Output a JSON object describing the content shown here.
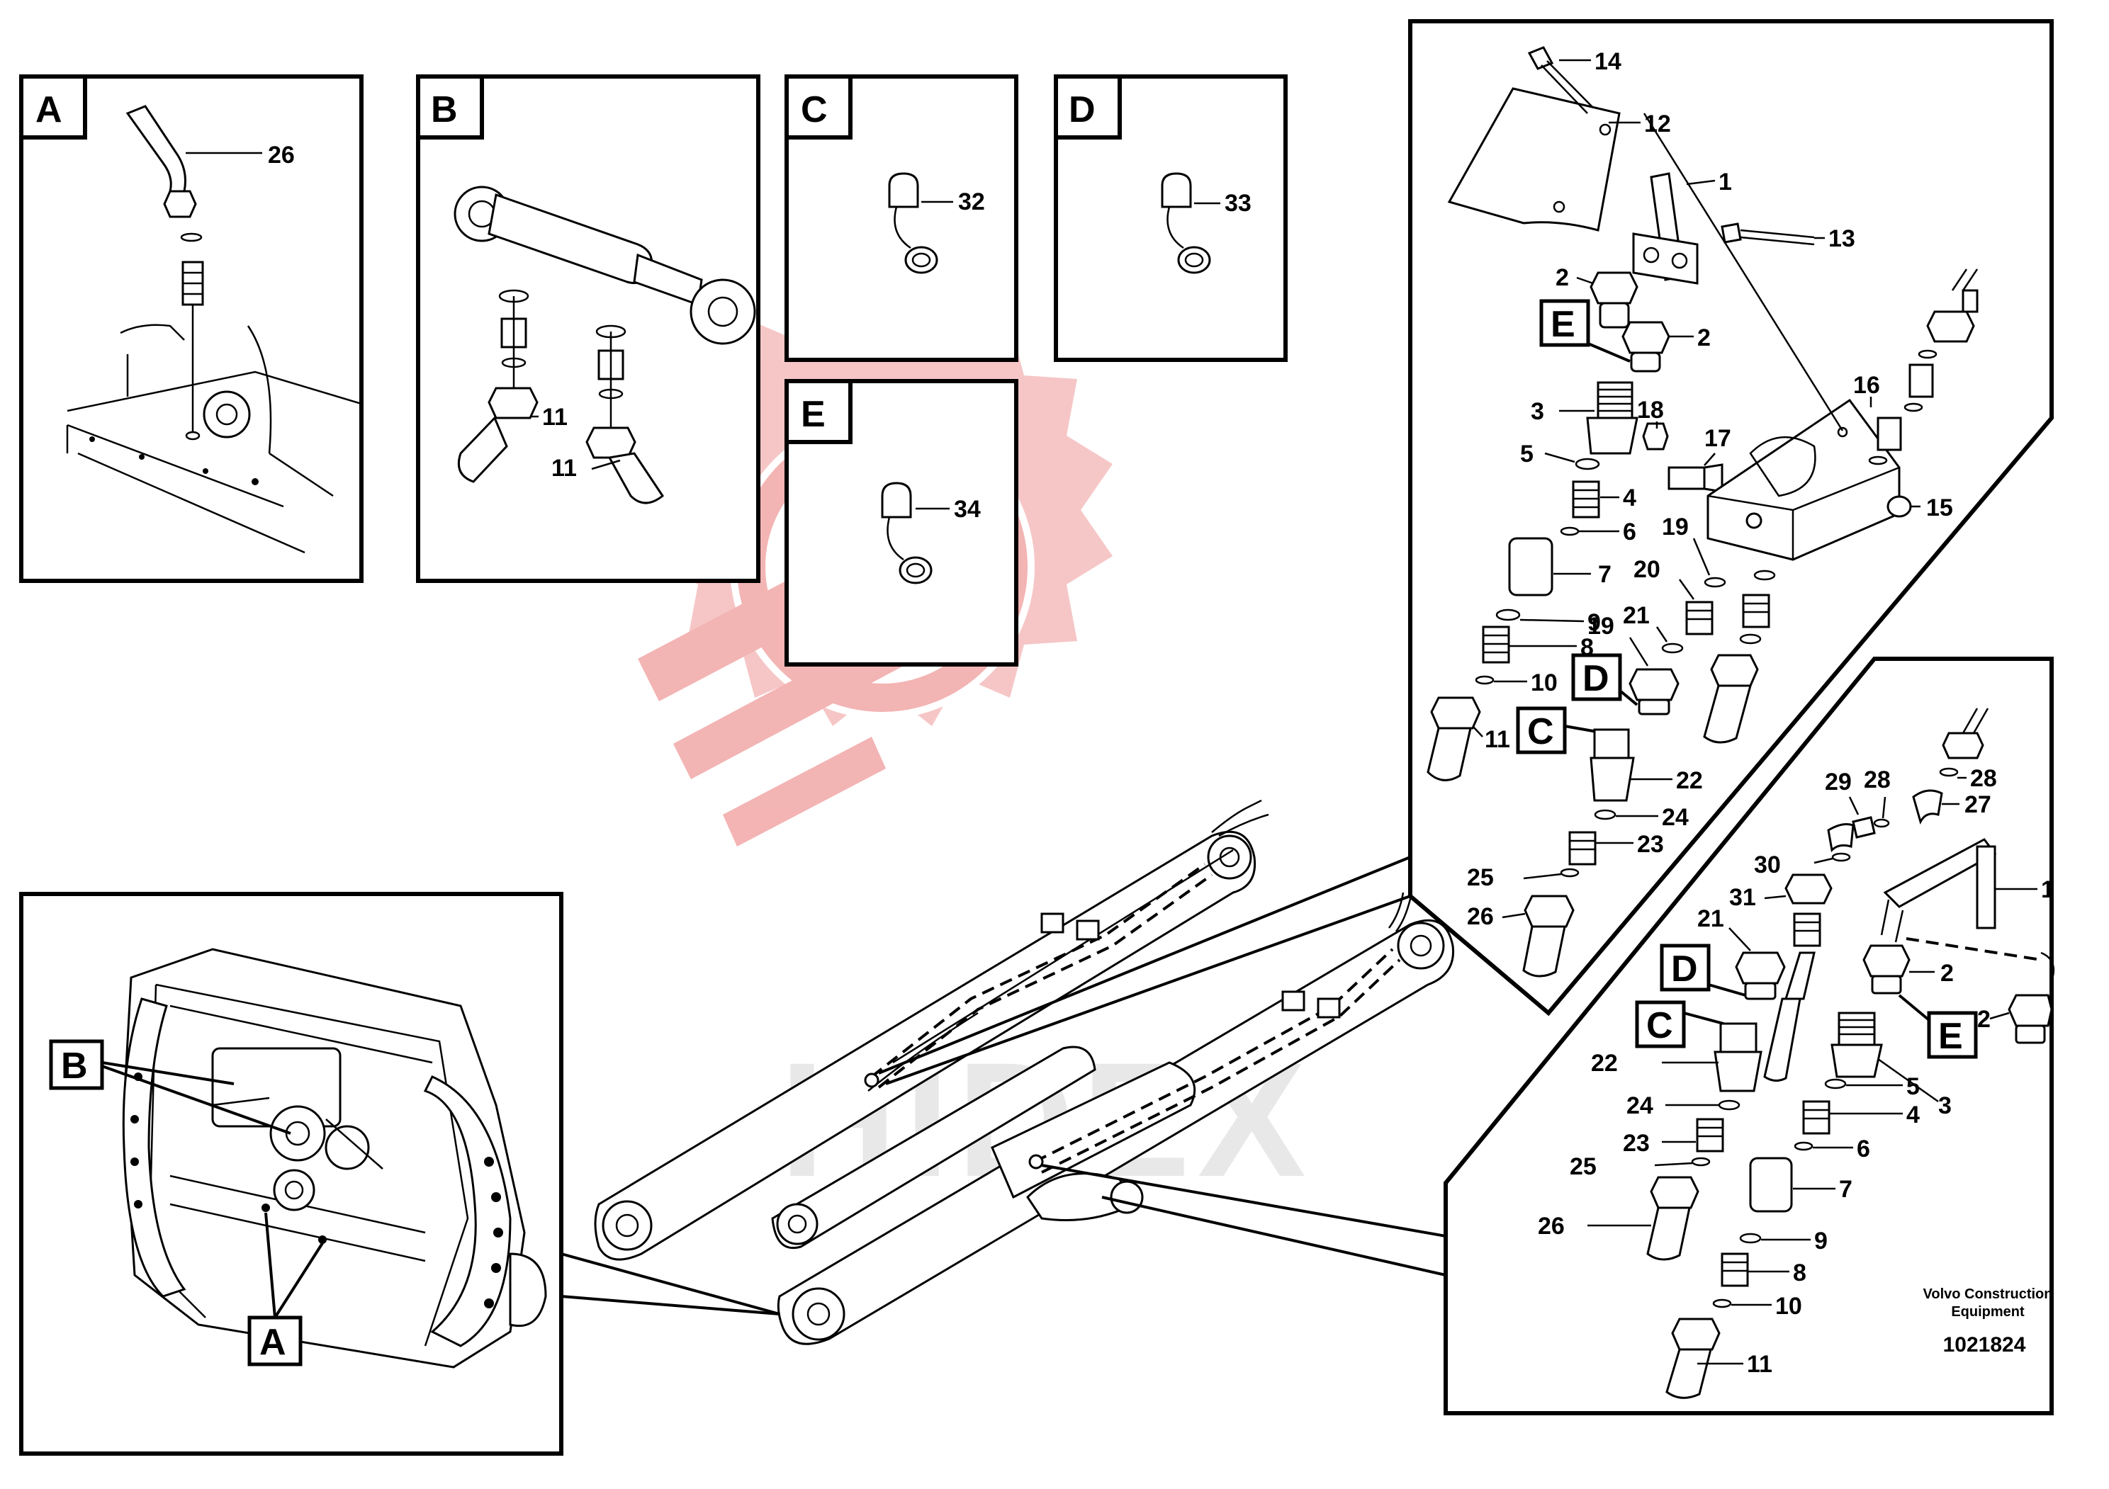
{
  "detail_boxes": {
    "A": {
      "letter": "A",
      "parts": [
        "26"
      ]
    },
    "B": {
      "letter": "B",
      "parts": [
        "11",
        "11"
      ]
    },
    "C": {
      "letter": "C",
      "parts": [
        "32"
      ]
    },
    "D": {
      "letter": "D",
      "parts": [
        "33"
      ]
    },
    "E": {
      "letter": "E",
      "parts": [
        "34"
      ]
    }
  },
  "overview_box": {
    "callouts": [
      "B",
      "A"
    ]
  },
  "upper_panel": {
    "callouts": [
      "E",
      "D",
      "C"
    ],
    "parts": [
      "14",
      "12",
      "1",
      "13",
      "2",
      "2",
      "3",
      "5",
      "4",
      "6",
      "7",
      "9",
      "8",
      "10",
      "11",
      "18",
      "17",
      "16",
      "15",
      "19",
      "20",
      "21",
      "19",
      "22",
      "24",
      "23",
      "25",
      "26"
    ]
  },
  "lower_panel": {
    "callouts": [
      "D",
      "C",
      "E"
    ],
    "parts": [
      "29",
      "28",
      "28",
      "27",
      "30",
      "31",
      "1",
      "21",
      "2",
      "2",
      "22",
      "24",
      "23",
      "25",
      "26",
      "5",
      "4",
      "3",
      "6",
      "7",
      "9",
      "8",
      "10",
      "11"
    ],
    "caption_line1": "Volvo Construction",
    "caption_line2": "Equipment",
    "document_number": "1021824"
  },
  "watermark": "HIDEX",
  "colors": {
    "watermark_red": "#f3b8b8",
    "watermark_gray": "#e7e7e7",
    "ink": "#000000"
  }
}
